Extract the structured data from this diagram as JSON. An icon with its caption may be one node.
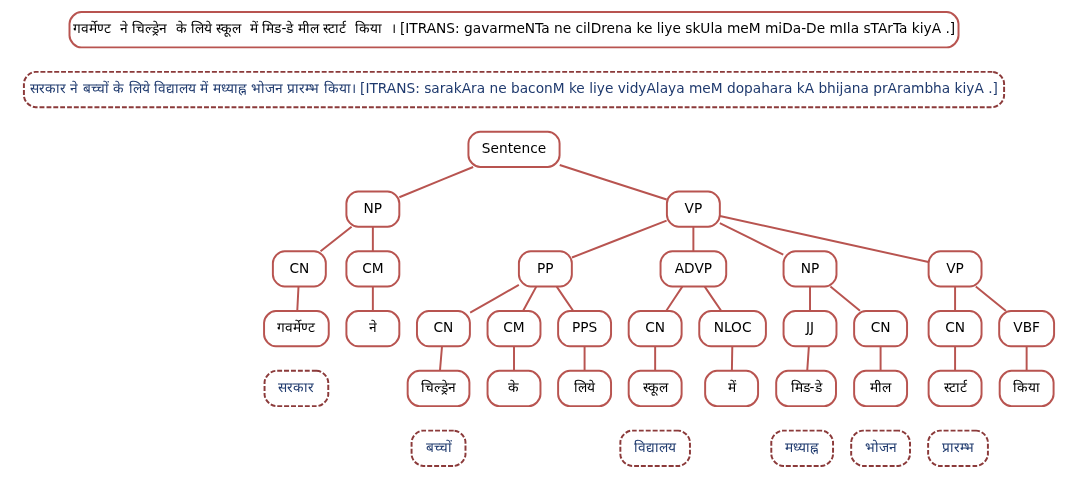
{
  "diagram": {
    "nodes": [
      {
        "text": [
          "गवर्मेण्ट  ने चिल्ड्रेन  के लिये स्कूल  में मिड-डे मील स्टार्ट  किया  । [ITRANS: gavarmeNTa ne cilDrena ke liye skUla meM miDa-De mIla sTArTa kiyA .]"
        ]
      },
      {
        "text": [
          "सरकार ने बच्चों के लिये विद्यालय में मध्याह्न भोजन प्रारम्भ किया। [ITRANS: sarakAra ne baconM ke liye vidyAlaya meM dopahara kA bhijana prArambha kiyA .]"
        ]
      },
      {
        "text": [
          "Sentence"
        ]
      },
      {
        "text": [
          "NP"
        ]
      },
      {
        "text": [
          "VP"
        ]
      },
      {
        "text": [
          "CN"
        ]
      },
      {
        "text": [
          "CM"
        ]
      },
      {
        "text": [
          "PP"
        ]
      },
      {
        "text": [
          "ADVP"
        ]
      },
      {
        "text": [
          "NP"
        ]
      },
      {
        "text": [
          "VP"
        ]
      },
      {
        "text": [
          "गवर्मेण्ट"
        ]
      },
      {
        "text": [
          "ने"
        ]
      },
      {
        "text": [
          "CN"
        ]
      },
      {
        "text": [
          "CM"
        ]
      },
      {
        "text": [
          "PPS"
        ]
      },
      {
        "text": [
          "CN"
        ]
      },
      {
        "text": [
          "NLOC"
        ]
      },
      {
        "text": [
          "JJ"
        ]
      },
      {
        "text": [
          "CN"
        ]
      },
      {
        "text": [
          "CN"
        ]
      },
      {
        "text": [
          "VBF"
        ]
      },
      {
        "text": [
          "सरकार"
        ]
      },
      {
        "text": [
          "चिल्ड्रेन"
        ]
      },
      {
        "text": [
          "के"
        ]
      },
      {
        "text": [
          "लिये"
        ]
      },
      {
        "text": [
          "स्कूल"
        ]
      },
      {
        "text": [
          "में"
        ]
      },
      {
        "text": [
          "मिड-डे"
        ]
      },
      {
        "text": [
          "मील"
        ]
      },
      {
        "text": [
          "स्टार्ट"
        ]
      },
      {
        "text": [
          "किया"
        ]
      },
      {
        "text": [
          "बच्चों"
        ]
      },
      {
        "text": [
          "विद्यालय"
        ]
      },
      {
        "text": [
          "मध्याह्न"
        ]
      },
      {
        "text": [
          "भोजन"
        ]
      },
      {
        "text": [
          "प्रारम्भ"
        ]
      }
    ],
    "edges": [
      {
        "from": 2,
        "to": 3,
        "arrow": "none"
      },
      {
        "from": 2,
        "to": 4,
        "arrow": "none"
      },
      {
        "from": 3,
        "to": 5,
        "arrow": "none"
      },
      {
        "from": 3,
        "to": 6,
        "arrow": "none"
      },
      {
        "from": 4,
        "to": 7,
        "arrow": "none"
      },
      {
        "from": 4,
        "to": 8,
        "arrow": "none"
      },
      {
        "from": 4,
        "to": 9,
        "arrow": "none"
      },
      {
        "from": 4,
        "to": 10,
        "arrow": "none"
      },
      {
        "from": 5,
        "to": 11,
        "arrow": "none"
      },
      {
        "from": 6,
        "to": 12,
        "arrow": "none"
      },
      {
        "from": 7,
        "to": 13,
        "arrow": "none"
      },
      {
        "from": 7,
        "to": 14,
        "arrow": "none"
      },
      {
        "from": 7,
        "to": 15,
        "arrow": "none"
      },
      {
        "from": 8,
        "to": 16,
        "arrow": "none"
      },
      {
        "from": 8,
        "to": 17,
        "arrow": "none"
      },
      {
        "from": 9,
        "to": 18,
        "arrow": "none"
      },
      {
        "from": 9,
        "to": 19,
        "arrow": "none"
      },
      {
        "from": 10,
        "to": 20,
        "arrow": "none"
      },
      {
        "from": 10,
        "to": 21,
        "arrow": "none"
      },
      {
        "from": 13,
        "to": 23,
        "arrow": "none"
      },
      {
        "from": 14,
        "to": 24,
        "arrow": "none"
      },
      {
        "from": 15,
        "to": 25,
        "arrow": "none"
      },
      {
        "from": 16,
        "to": 26,
        "arrow": "none"
      },
      {
        "from": 17,
        "to": 27,
        "arrow": "none"
      },
      {
        "from": 18,
        "to": 28,
        "arrow": "none"
      },
      {
        "from": 19,
        "to": 29,
        "arrow": "none"
      },
      {
        "from": 20,
        "to": 30,
        "arrow": "none"
      },
      {
        "from": 21,
        "to": 31,
        "arrow": "none"
      }
    ]
  }
}
